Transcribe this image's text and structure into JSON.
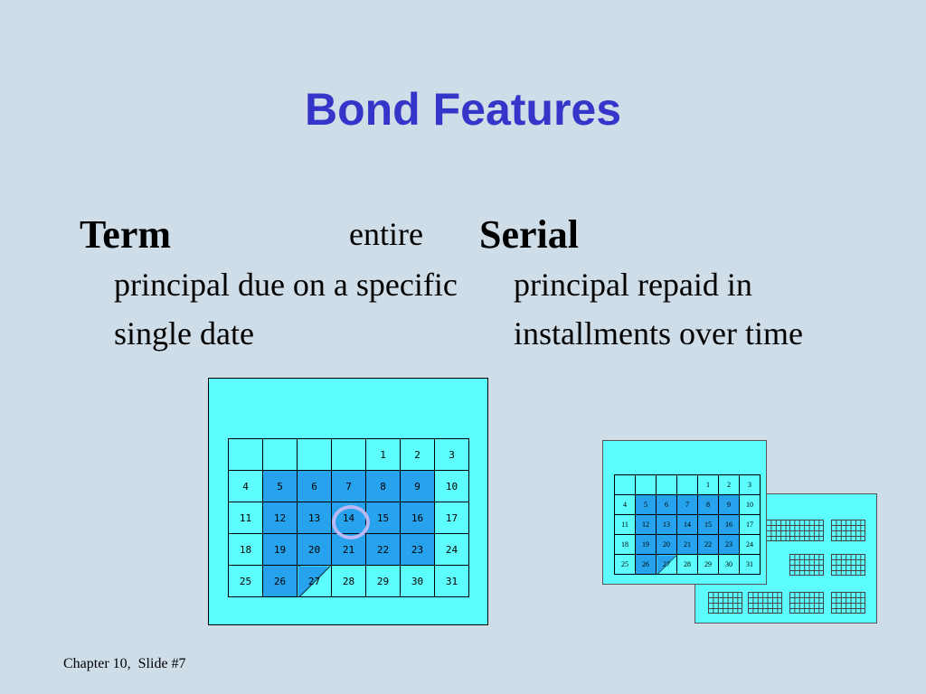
{
  "slide": {
    "title": "Bond Features",
    "footer": "Chapter 10,  Slide #7"
  },
  "term": {
    "heading": "Term",
    "lead_word": "entire",
    "text": "principal due on a specific single date"
  },
  "serial": {
    "heading": "Serial",
    "text": "principal repaid in installments over time"
  },
  "calendar": {
    "weeks": [
      [
        "",
        "",
        "",
        "",
        "1",
        "2",
        "3"
      ],
      [
        "4",
        "5",
        "6",
        "7",
        "8",
        "9",
        "10"
      ],
      [
        "11",
        "12",
        "13",
        "14",
        "15",
        "16",
        "17"
      ],
      [
        "18",
        "19",
        "20",
        "21",
        "22",
        "23",
        "24"
      ],
      [
        "25",
        "26",
        "27",
        "28",
        "29",
        "30",
        "31"
      ]
    ],
    "highlighted_day": "14",
    "colors": {
      "page": "#5dfdfd",
      "shaded_days": "#26a3ec",
      "circle": "#b8b8f5",
      "title": "#3535c9"
    }
  }
}
